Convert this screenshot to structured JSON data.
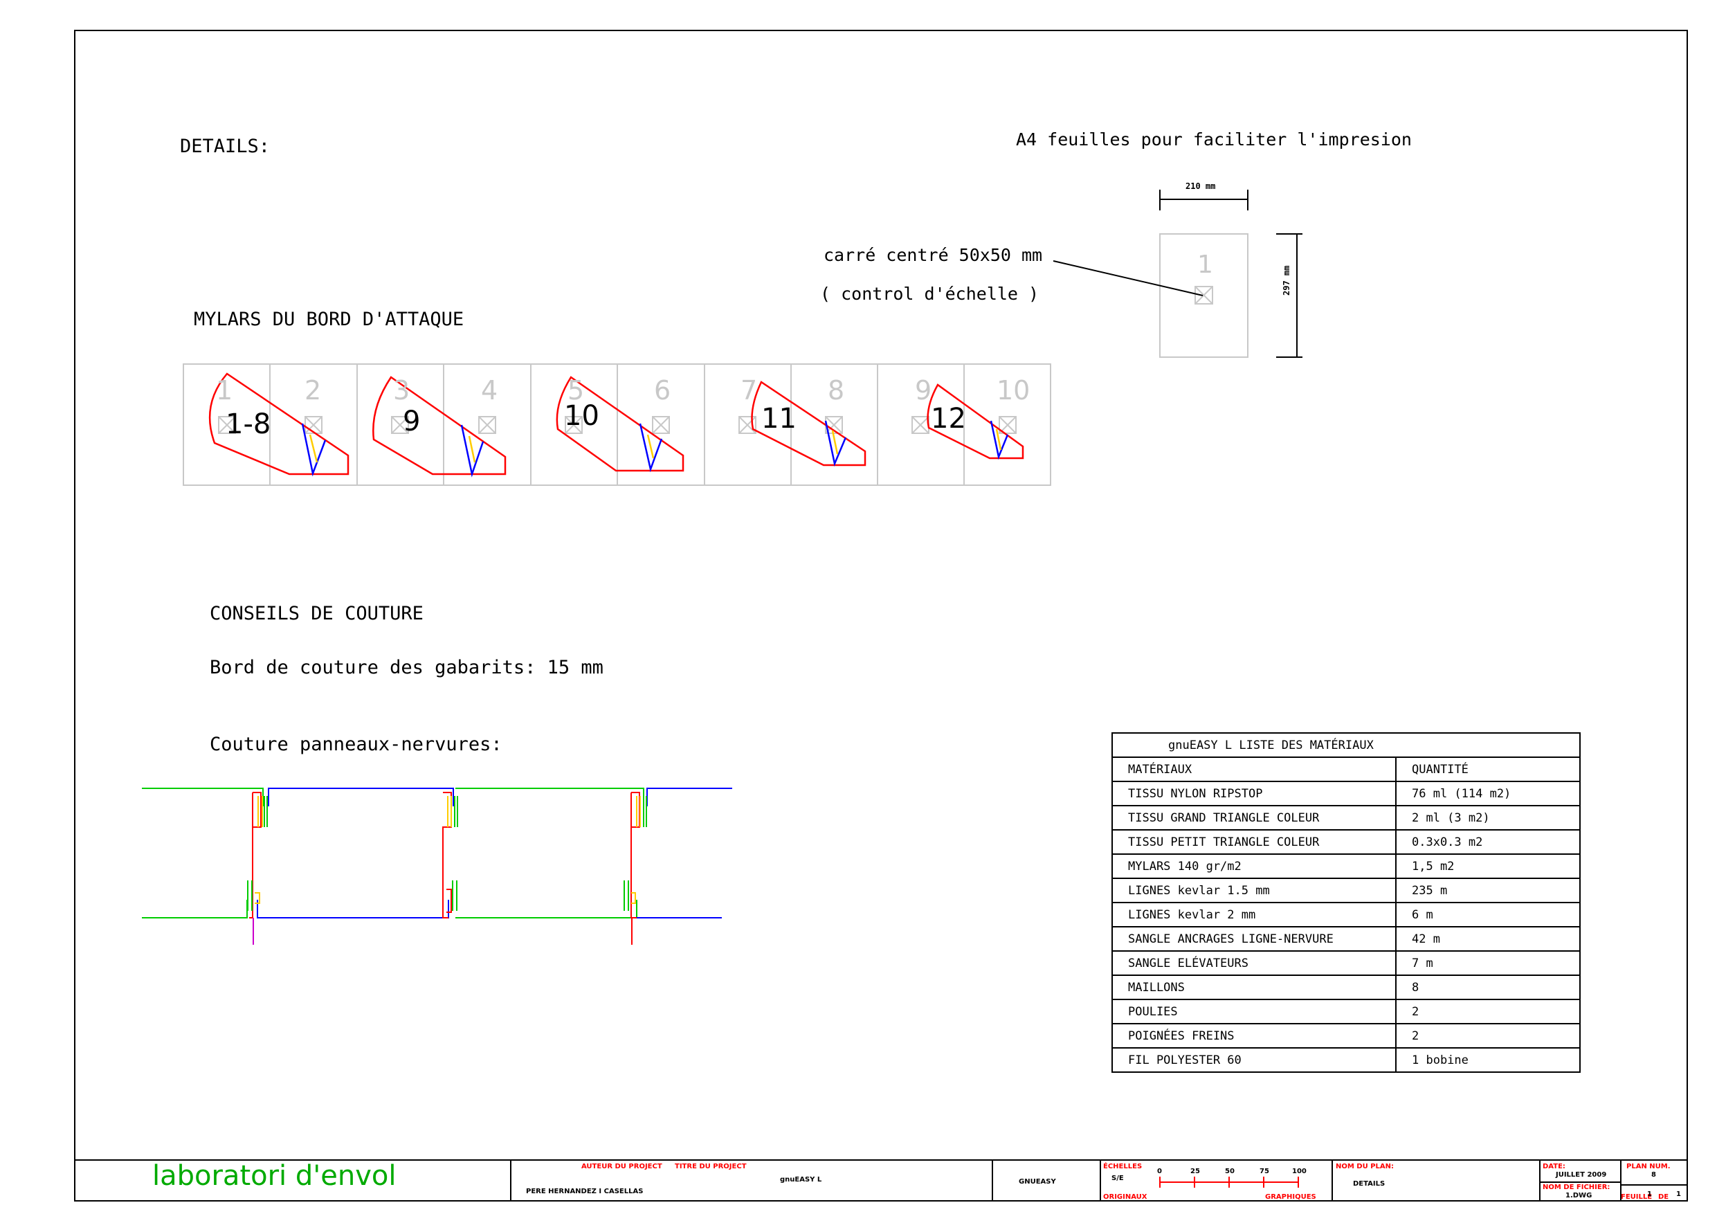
{
  "headings": {
    "details": "DETAILS:",
    "mylars": "MYLARS DU BORD D'ATTAQUE",
    "conseils": "CONSEILS DE COUTURE",
    "bord": "Bord de couture des gabarits: 15 mm",
    "couture": "Couture panneaux-nervures:"
  },
  "a4": {
    "title": "A4 feuilles pour faciliter l'impresion",
    "width_dim": "210 mm",
    "height_dim": "297 mm",
    "page_number": "1",
    "note_line1": "carré centré 50x50 mm",
    "note_line2": "( control d'échelle )"
  },
  "mylar_sheets": [
    "1",
    "2",
    "3",
    "4",
    "5",
    "6",
    "7",
    "8",
    "9",
    "10"
  ],
  "mylar_labels": [
    "1-8",
    "9",
    "10",
    "11",
    "12"
  ],
  "materials": {
    "title": "gnuEASY L LISTE DES MATÉRIAUX",
    "col1": "MATÉRIAUX",
    "col2": "QUANTITÉ",
    "rows": [
      {
        "item": "TISSU NYLON RIPSTOP",
        "qty": "76 ml (114 m2)"
      },
      {
        "item": "TISSU GRAND TRIANGLE COLEUR",
        "qty": "2 ml (3 m2)"
      },
      {
        "item": "TISSU PETIT TRIANGLE COLEUR",
        "qty": "0.3x0.3 m2"
      },
      {
        "item": "MYLARS 140 gr/m2",
        "qty": "1,5 m2"
      },
      {
        "item": "LIGNES kevlar 1.5 mm",
        "qty": "235 m"
      },
      {
        "item": "LIGNES kevlar 2 mm",
        "qty": "6 m"
      },
      {
        "item": "SANGLE ANCRAGES LIGNE-NERVURE",
        "qty": "42 m"
      },
      {
        "item": "SANGLE ELÉVATEURS",
        "qty": "7 m"
      },
      {
        "item": "MAILLONS",
        "qty": "8"
      },
      {
        "item": "POULIES",
        "qty": "2"
      },
      {
        "item": "POIGNÉES FREINS",
        "qty": "2"
      },
      {
        "item": "FIL POLYESTER 60",
        "qty": "1 bobine"
      }
    ]
  },
  "title_block": {
    "logo": "laboratori d'envol",
    "author_label": "AUTEUR DU PROJECT",
    "author": "PERE HERNANDEZ I CASELLAS",
    "title_label": "TITRE DU PROJECT",
    "title": "gnuEASY L",
    "code": "GNUEASY",
    "scales_label": "ÉCHELLES",
    "scale_value": "S/E",
    "scale_ticks": [
      "0",
      "25",
      "50",
      "75",
      "100"
    ],
    "originals_label": "ORIGINAUX",
    "graphics_label": "GRAPHIQUES",
    "plan_name_label": "NOM DU PLAN:",
    "plan_name": "DETAILS",
    "date_label": "DATE:",
    "date": "JUILLET 2009",
    "file_label": "NOM DE FICHIER:",
    "file": "1.DWG",
    "plan_num_label": "PLAN NUM.",
    "plan_num": "8",
    "sheet_label": "FEUILLE",
    "sheet_num": "1",
    "sheet_of": "DE",
    "sheet_total": "1"
  },
  "colors": {
    "outline": "#ff0000",
    "seam": "#0000ff",
    "panel": "#00cc00",
    "frame": "#000000",
    "grid": "#c8c8c8"
  }
}
